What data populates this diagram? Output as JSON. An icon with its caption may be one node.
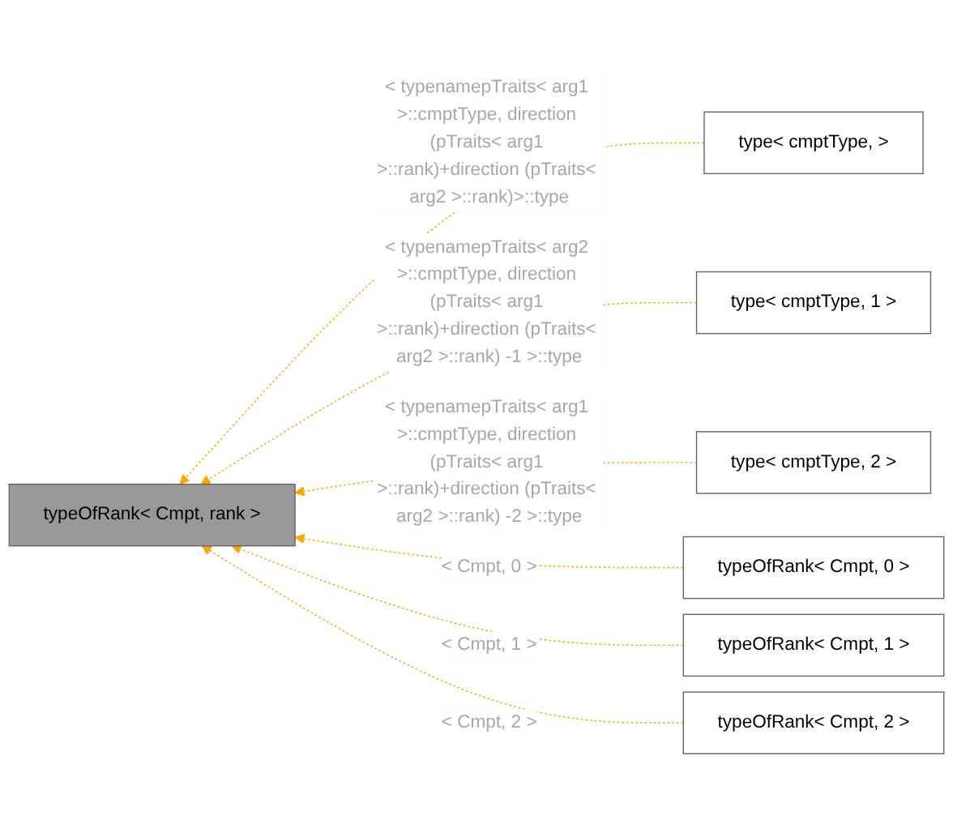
{
  "diagram": {
    "nodes": [
      {
        "text": [
          "typeOfRank< Cmpt, rank >"
        ]
      },
      {
        "text": [
          "type< cmptType, >"
        ]
      },
      {
        "text": [
          "type< cmptType, 1 >"
        ]
      },
      {
        "text": [
          "type< cmptType, 2 >"
        ]
      },
      {
        "text": [
          "typeOfRank< Cmpt, 0 >"
        ]
      },
      {
        "text": [
          "typeOfRank< Cmpt, 1 >"
        ]
      },
      {
        "text": [
          "typeOfRank< Cmpt, 2 >"
        ]
      }
    ],
    "edges": [
      {
        "from": 1,
        "to": 0,
        "arrow": "to",
        "style": "dashed",
        "color": "#ffa500",
        "label": "< typenamepTraits< arg1 >::cmptType, direction (pTraits< arg1 >::rank)+direction (pTraits< arg2 >::rank)>::type"
      },
      {
        "from": 2,
        "to": 0,
        "arrow": "to",
        "style": "dashed",
        "color": "#ffa500",
        "label": "< typenamepTraits< arg2 >::cmptType, direction (pTraits< arg1 >::rank)+direction (pTraits< arg2 >::rank) -1 >::type"
      },
      {
        "from": 3,
        "to": 0,
        "arrow": "to",
        "style": "dashed",
        "color": "#ffa500",
        "label": "< typenamepTraits< arg1 >::cmptType, direction (pTraits< arg1 >::rank)+direction (pTraits< arg2 >::rank) -2 >::type"
      },
      {
        "from": 4,
        "to": 0,
        "arrow": "to",
        "style": "dashed",
        "color": "#ffa500",
        "label": "< Cmpt, 0 >"
      },
      {
        "from": 5,
        "to": 0,
        "arrow": "to",
        "style": "dashed",
        "color": "#ffa500",
        "label": "< Cmpt, 1 >"
      },
      {
        "from": 6,
        "to": 0,
        "arrow": "to",
        "style": "dashed",
        "color": "#ffa500",
        "label": "< Cmpt, 2 >"
      }
    ]
  }
}
